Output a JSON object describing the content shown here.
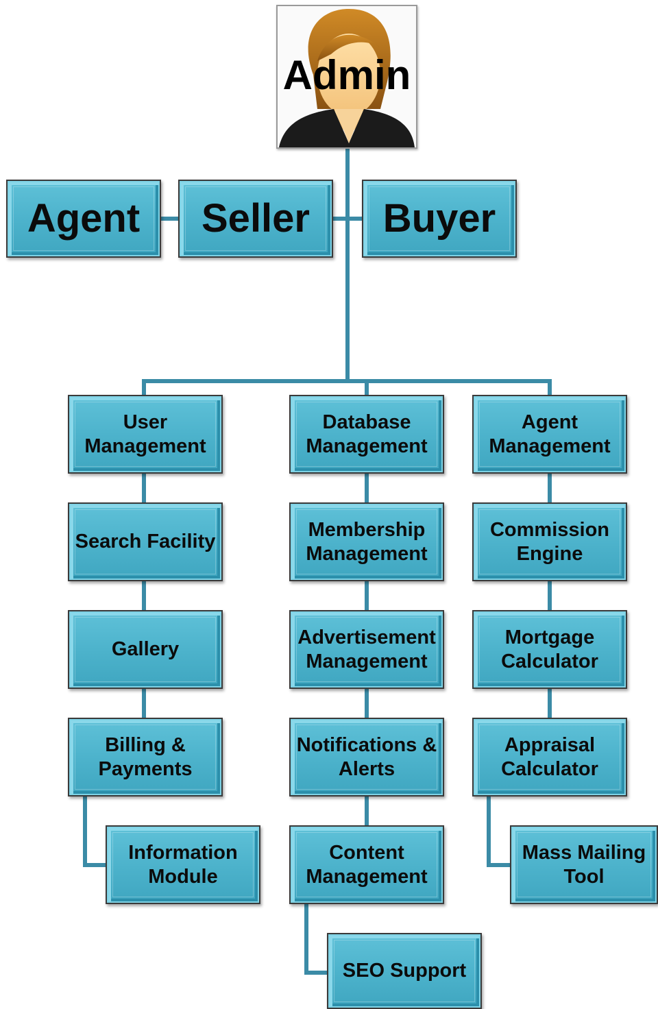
{
  "admin": {
    "label": "Admin",
    "icon": "admin-avatar-icon"
  },
  "roles": [
    "Agent",
    "Seller",
    "Buyer"
  ],
  "modules": {
    "col1": [
      "User\nManagement",
      "Search Facility",
      "Gallery",
      "Billing &\nPayments",
      "Information\nModule"
    ],
    "col2": [
      "Database\nManagement",
      "Membership\nManagement",
      "Advertisement\nManagement",
      "Notifications &\nAlerts",
      "Content\nManagement",
      "SEO Support"
    ],
    "col3": [
      "Agent\nManagement",
      "Commission\nEngine",
      "Mortgage\nCalculator",
      "Appraisal\nCalculator",
      "Mass Mailing\nTool"
    ]
  },
  "colors": {
    "box": "#4db3cc",
    "connector": "#3b8ba6",
    "border": "#3a3a3a"
  }
}
